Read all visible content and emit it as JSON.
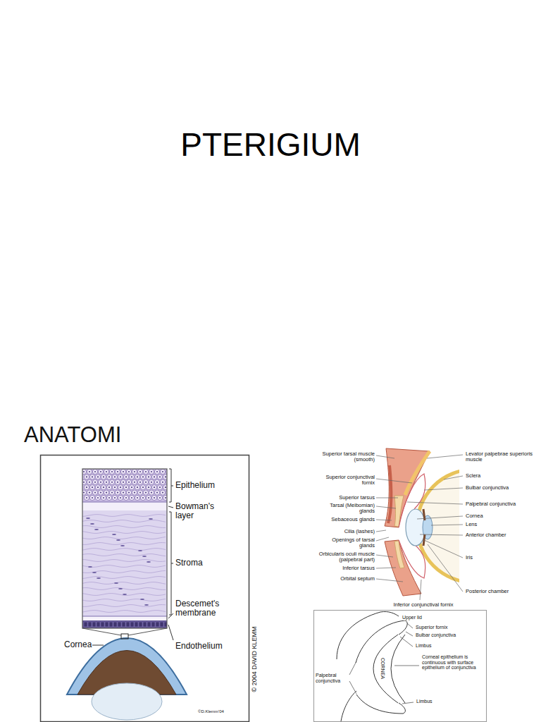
{
  "diagram": {
    "title": "PTERIGIUM",
    "labels": [
      "ANATOMI",
      "Epithelium",
      "Bowman's layer",
      "Stroma",
      "Descemet's membrane",
      "Endothelium",
      "Cornea",
      "© 2004 DAVID KLEMM",
      "©D.Klemm'04",
      "Superior tarsal muscle (smooth)",
      "Superior conjunctival fornix",
      "Superior tarsus",
      "Tarsal (Meibomian) glands",
      "Sebaceous glands",
      "Cilia (lashes)",
      "Openings of tarsal glands",
      "Orbicularis oculi muscle (palpebral part)",
      "Inferior tarsus",
      "Orbital septum",
      "Levator palpebrae superioris muscle",
      "Sclera",
      "Bulbar conjunctiva",
      "Palpebral conjunctiva",
      "Cornea",
      "Lens",
      "Anterior chamber",
      "Iris",
      "Posterior chamber",
      "Inferior conjunctival fornix",
      "Upper lid",
      "Superior fornix",
      "Bulbar conjunctiva",
      "Limbus",
      "Palpebral conjunctiva",
      "CORNEA",
      "Corneal epithelium is continuous with surface epithelium of conjunctiva",
      "Limbus"
    ]
  }
}
